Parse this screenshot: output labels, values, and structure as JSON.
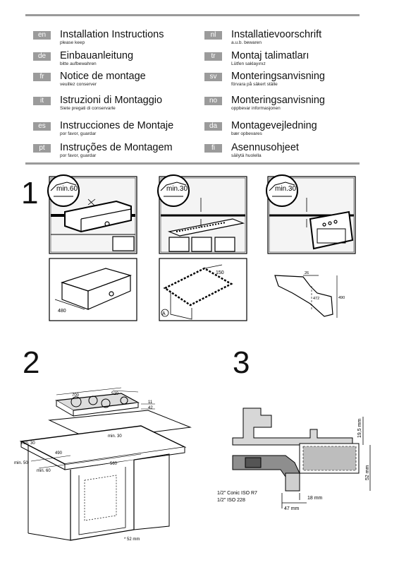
{
  "languages": [
    {
      "code": "en",
      "title": "Installation Instructions",
      "subtitle": "please keep"
    },
    {
      "code": "de",
      "title": "Einbauanleitung",
      "subtitle": "bitte aufbewahren"
    },
    {
      "code": "fr",
      "title": "Notice de montage",
      "subtitle": "veuillez conserver"
    },
    {
      "code": "it",
      "title": "Istruzioni di Montaggio",
      "subtitle": "Siete pregati di conservarle"
    },
    {
      "code": "es",
      "title": "Instrucciones de Montaje",
      "subtitle": "por favor, guardar"
    },
    {
      "code": "pt",
      "title": "Instruções de Montagem",
      "subtitle": "por favor, guardar"
    },
    {
      "code": "nl",
      "title": "Installatievoorschrift",
      "subtitle": "a.u.b. bewaren"
    },
    {
      "code": "tr",
      "title": "Montaj talimatları",
      "subtitle": "Lütfen saklayınız"
    },
    {
      "code": "sv",
      "title": "Monteringsanvisning",
      "subtitle": "förvara på säkert ställe"
    },
    {
      "code": "no",
      "title": "Monteringsanvisning",
      "subtitle": "oppbevar informasjonen"
    },
    {
      "code": "da",
      "title": "Montagevejledning",
      "subtitle": "bær opbevares"
    },
    {
      "code": "fi",
      "title": "Asennusohjeet",
      "subtitle": "säilytä huolella"
    }
  ],
  "steps": {
    "one": "1",
    "two": "2",
    "three": "3"
  },
  "step1": {
    "clearance": [
      "min.60",
      "min.30",
      "min.30"
    ],
    "detail_a": {
      "width": "480"
    },
    "detail_b": {
      "width": "150",
      "marker": "A"
    },
    "detail_c": {
      "top": "26",
      "mid": "472",
      "right": "490"
    }
  },
  "step2": {
    "dims": {
      "width_top": "700",
      "depth_top": "520",
      "d1": "11",
      "d2": "42",
      "min30_left": "min. 30",
      "min50_left": "min. 50",
      "d490": "490",
      "d560": "560",
      "min30_right": "min.\n30",
      "min60": "min. 60",
      "footnote": "* 52 mm"
    }
  },
  "step3": {
    "conic": "1/2\" Conic ISO R7",
    "iso": "1/2\" ISO 228",
    "d18": "18 mm",
    "d47": "47 mm",
    "d195": "19,5 mm",
    "d52": "52 mm"
  }
}
